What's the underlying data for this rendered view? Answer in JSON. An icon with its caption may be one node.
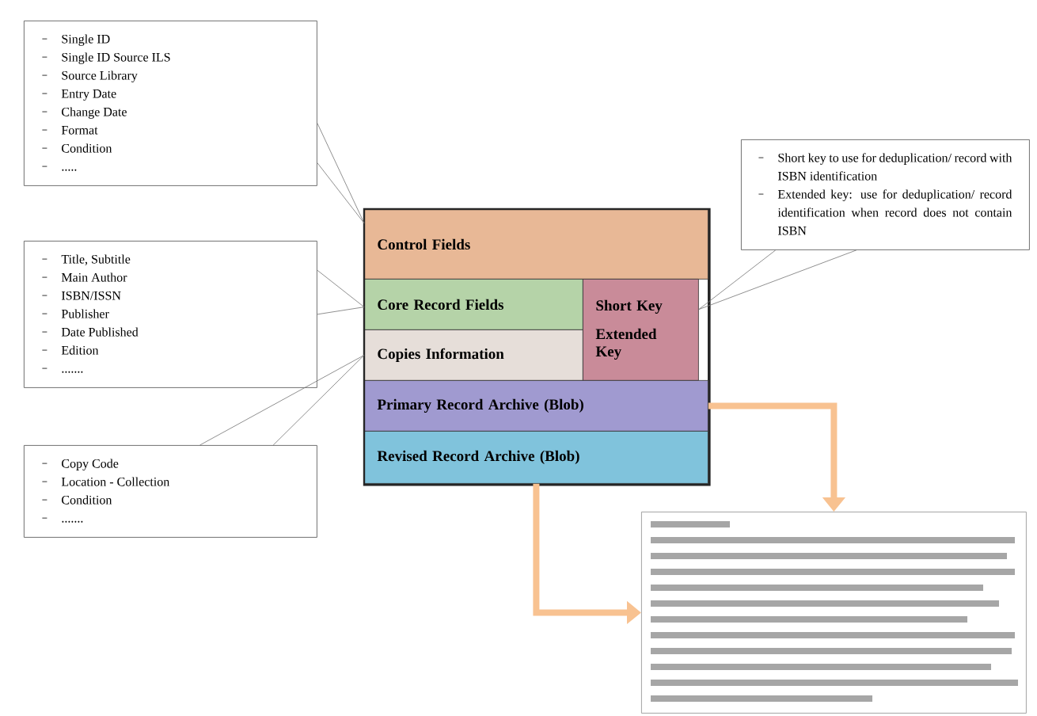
{
  "diagram": {
    "nodes": [
      {
        "text": [
          "Single ID",
          "Single ID Source ILS",
          "Source Library",
          "Entry Date",
          "Change Date",
          "Format",
          "Condition",
          "....."
        ]
      },
      {
        "text": [
          "Title, Subtitle",
          "Main Author",
          "ISBN/ISSN",
          "Publisher",
          "Date Published",
          "Edition",
          "......."
        ]
      },
      {
        "text": [
          "Copy Code",
          "Location - Collection",
          "Condition",
          "......."
        ]
      },
      {
        "text": [
          "Short key to use for deduplication/ record with ISBN identification",
          "Extended key: use for deduplication/ record identification when record does not contain ISBN"
        ]
      },
      {
        "text": [],
        "shape": "box"
      },
      {
        "text": [
          "Control Fields"
        ],
        "in": 4
      },
      {
        "text": [
          "Core Record Fields"
        ],
        "in": 4
      },
      {
        "text": [
          "Copies Information"
        ],
        "in": 4
      },
      {
        "text": [
          "Short Key",
          "Extended Key"
        ],
        "in": 4
      },
      {
        "text": [
          "Primary Record Archive (Blob)"
        ],
        "in": 4
      },
      {
        "text": [
          "Revised Record Archive (Blob)"
        ],
        "in": 4
      },
      {
        "text": [],
        "shape": "picture"
      }
    ],
    "edges": [
      {
        "from": 0,
        "to": 5,
        "arrow": "none"
      },
      {
        "from": 1,
        "to": 6,
        "arrow": "none"
      },
      {
        "from": 2,
        "to": 7,
        "arrow": "none"
      },
      {
        "from": 3,
        "to": 8,
        "arrow": "none"
      },
      {
        "from": 9,
        "to": 11,
        "arrow": "to",
        "style": "thick",
        "color": "#f8c291"
      },
      {
        "from": 10,
        "to": 11,
        "arrow": "to",
        "style": "thick",
        "color": "#f8c291"
      }
    ]
  }
}
